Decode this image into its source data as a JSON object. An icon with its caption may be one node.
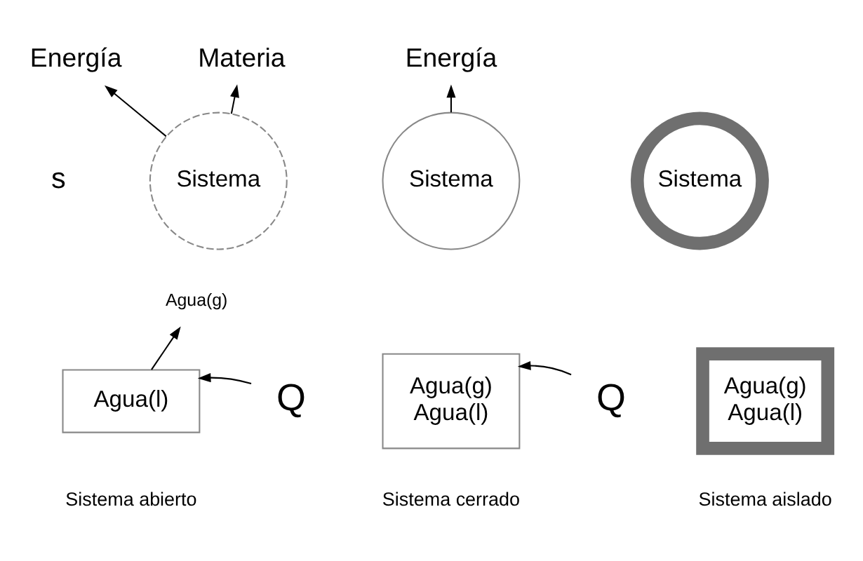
{
  "diagram": {
    "nodes": [
      {
        "text": [
          "Sistema"
        ]
      },
      {
        "text": [
          "Materia"
        ]
      },
      {
        "text": [
          "Energía"
        ]
      },
      {
        "text": [
          "Sistema"
        ]
      },
      {
        "text": [
          "Energía"
        ]
      },
      {
        "text": [
          "Sistema"
        ]
      },
      {
        "text": [
          "Agua(l)"
        ],
        "beside": [
          "Sistema abierto"
        ]
      },
      {
        "text": [
          "Agua(g)"
        ]
      },
      {
        "text": [
          "Q"
        ]
      },
      {
        "text": [
          "Agua(g)",
          "Agua(l)"
        ],
        "beside": [
          "Sistema cerrado"
        ]
      },
      {
        "text": [
          "Q"
        ]
      },
      {
        "text": [
          "Agua(g)",
          "Agua(l)"
        ],
        "beside": [
          "Sistema aislado"
        ]
      }
    ],
    "edges": [
      {
        "from": 0,
        "to": 1,
        "arrow": "to"
      },
      {
        "from": 0,
        "to": 2,
        "arrow": "to"
      },
      {
        "from": 3,
        "to": 4,
        "arrow": "to"
      },
      {
        "from": 6,
        "to": 7,
        "arrow": "to"
      },
      {
        "from": 8,
        "to": 6,
        "arrow": "to"
      },
      {
        "from": 10,
        "to": 9,
        "arrow": "to"
      }
    ],
    "labels": [
      "s"
    ]
  }
}
